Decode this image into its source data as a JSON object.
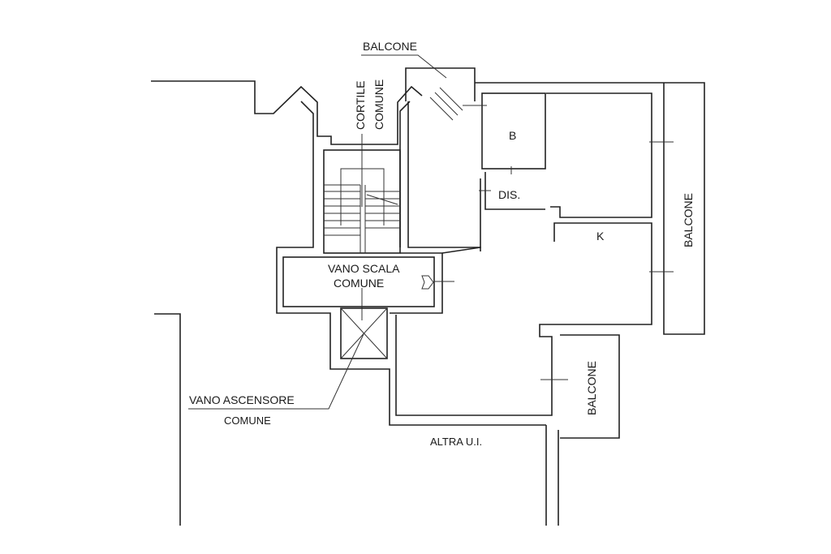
{
  "title": "Floor plan",
  "labels": {
    "balcone_top": "BALCONE",
    "cortile": "CORTILE",
    "cortile_comune": "COMUNE",
    "room_b": "B",
    "room_dis": "DIS.",
    "room_k": "K",
    "balcone_right": "BALCONE",
    "vano_scala": "VANO SCALA",
    "vano_scala_comune": "COMUNE",
    "vano_ascensore": "VANO ASCENSORE",
    "vano_ascensore_comune": "COMUNE",
    "altra_ui": "ALTRA U.I.",
    "balcone_bottom": "BALCONE"
  }
}
